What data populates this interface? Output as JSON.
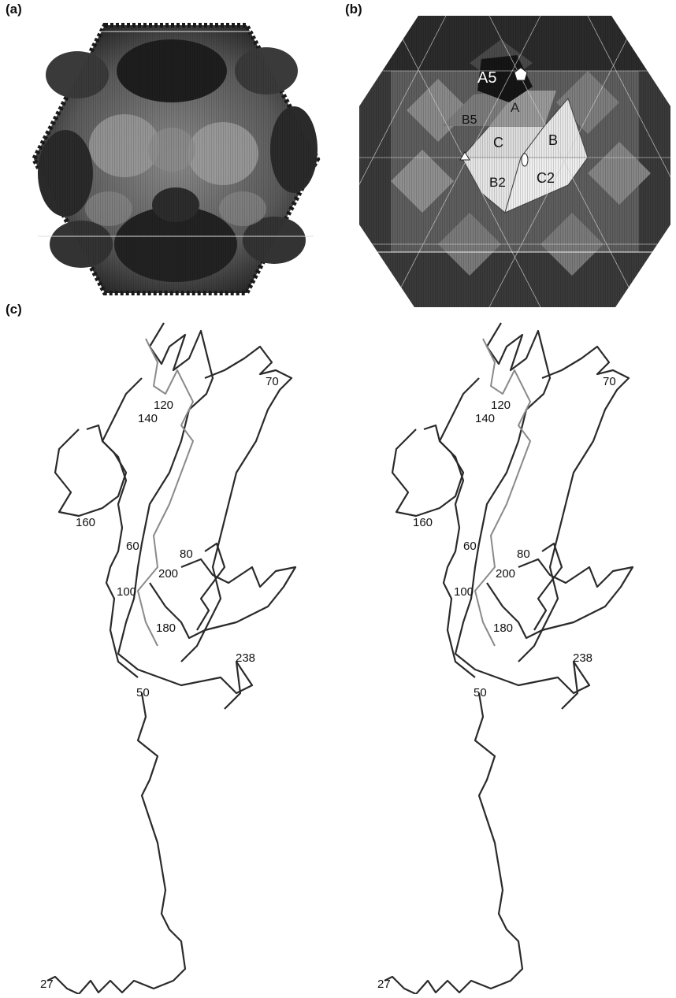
{
  "panels": {
    "a": {
      "label": "(a)"
    },
    "b": {
      "label": "(b)",
      "subunit_labels": [
        "A5",
        "A",
        "B5",
        "C",
        "B",
        "B2",
        "C2"
      ]
    },
    "c": {
      "label": "(c)",
      "residue_labels": [
        "70",
        "120",
        "140",
        "160",
        "60",
        "80",
        "200",
        "100",
        "180",
        "238",
        "50",
        "27"
      ]
    }
  },
  "colors": {
    "shell_dark": "#1c1c1c",
    "shell_mid": "#6b6b6b",
    "shell_light": "#bdbdbd",
    "highlight": "#f2f2f2",
    "trace_dark": "#2a2a2a",
    "trace_light": "#9a9a9a"
  }
}
